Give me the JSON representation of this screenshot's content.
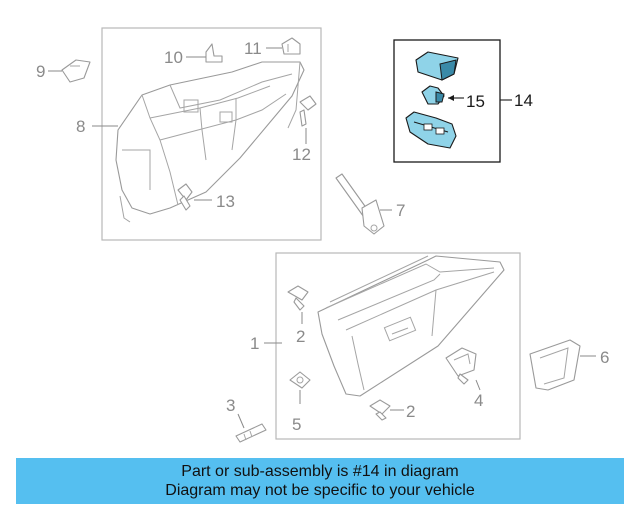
{
  "diagram": {
    "callouts": {
      "c1": "1",
      "c2a": "2",
      "c2b": "2",
      "c3": "3",
      "c4": "4",
      "c5": "5",
      "c6": "6",
      "c7": "7",
      "c8": "8",
      "c9": "9",
      "c10": "10",
      "c11": "11",
      "c12": "12",
      "c13": "13",
      "c14": "14",
      "c15": "15"
    },
    "highlight_color": "#8fd3e8"
  },
  "banner": {
    "line1": "Part or sub-assembly is #14 in diagram",
    "line2": "Diagram may not be specific to your vehicle",
    "background": "#55bff0"
  }
}
